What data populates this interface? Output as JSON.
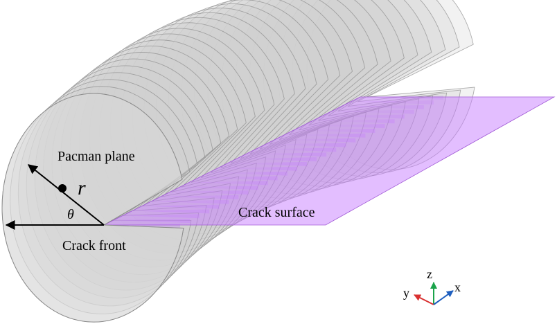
{
  "labels": {
    "pacman_plane": "Pacman plane",
    "r_symbol": "r",
    "theta_symbol": "θ",
    "crack_surface": "Crack surface",
    "crack_front": "Crack front"
  },
  "axes_triad": {
    "z": "z",
    "y": "y",
    "x": "x"
  },
  "colors": {
    "disc_fill": "#d0d0d0",
    "disc_stroke": "#8c8c8c",
    "crack_fill": "#c77dff",
    "crack_stroke": "#a15ad6",
    "axis_z": "#1aa34a",
    "axis_y": "#d93030",
    "axis_x": "#1f5fbf"
  },
  "pacman_slice_count": 28
}
